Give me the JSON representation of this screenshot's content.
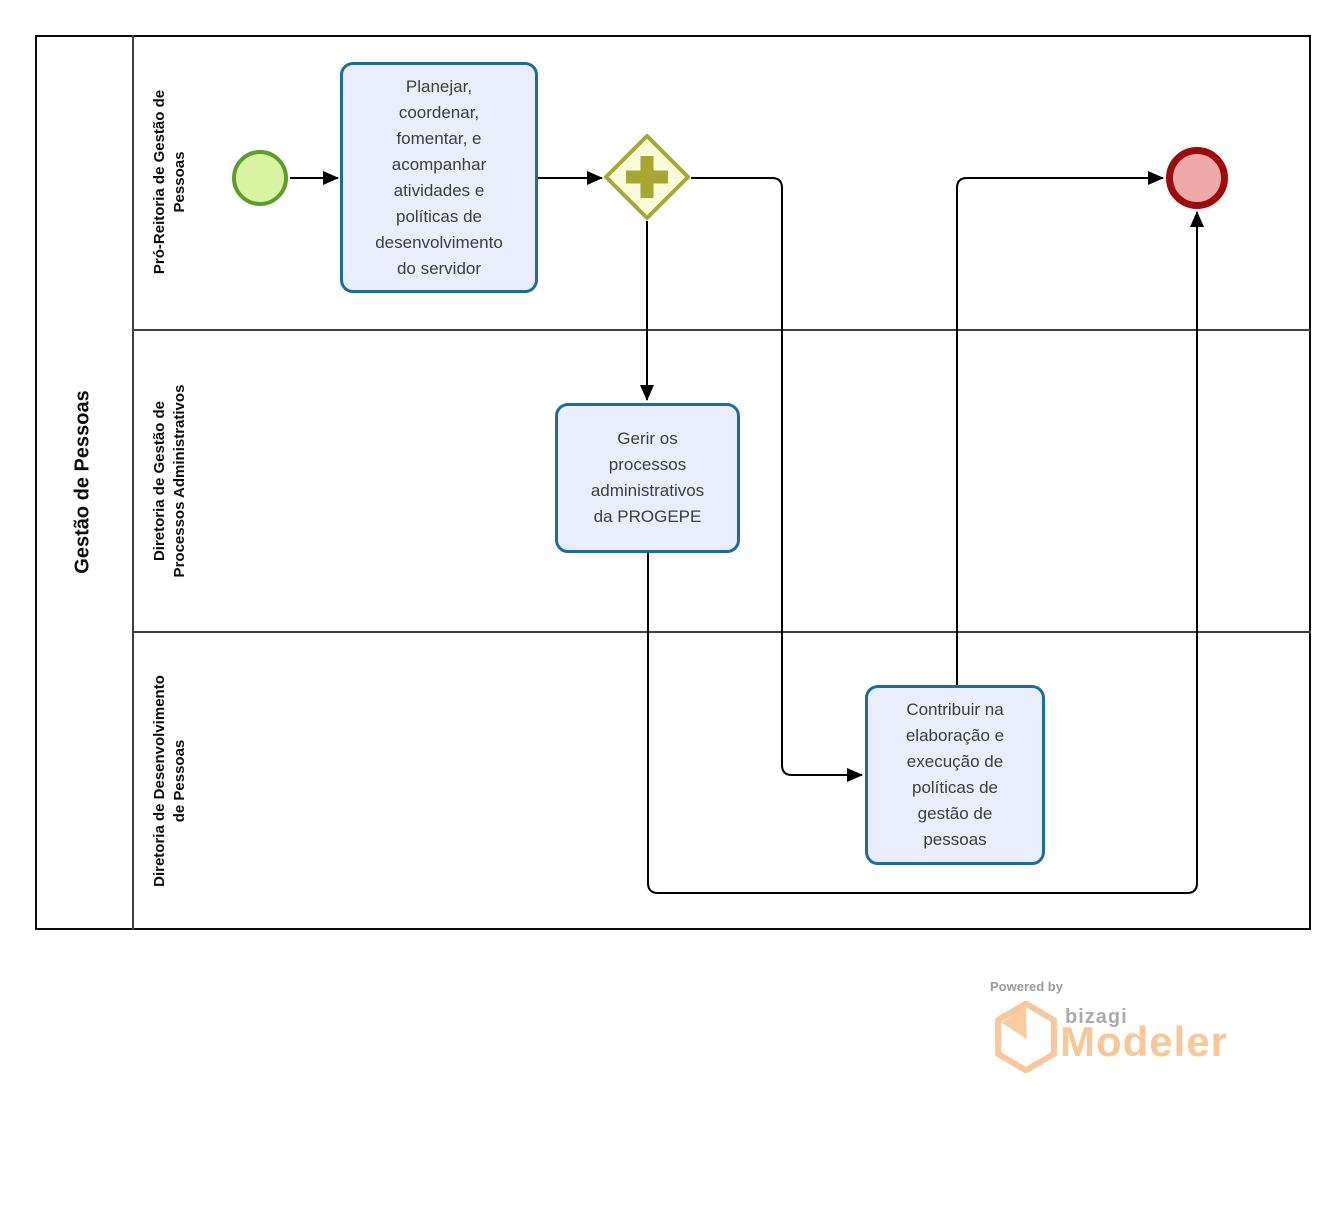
{
  "colors": {
    "task_fill": "#EAEDFB",
    "task_border": "#1A6E99",
    "start_event_fill": "#D9F4A1",
    "start_event_border": "#5C9E2B",
    "end_event_fill": "#EFA9A9",
    "end_event_border": "#9E0B0B",
    "gateway_fill": "#FBFBD9",
    "gateway_border": "#A6A832",
    "connector": "#000000",
    "logo_orange": "#F8C795",
    "logo_gray": "#9B9B9B"
  },
  "pool": {
    "label": "Gestão de Pessoas",
    "lanes": [
      {
        "label": "Pró-Reitoria de Gestão de\nPessoas"
      },
      {
        "label": "Diretoria de Gestão de\nProcessos Administrativos"
      },
      {
        "label": "Diretoria de Desenvolvimento\nde Pessoas"
      }
    ]
  },
  "nodes": {
    "start_event": {
      "type": "start-event",
      "lane": 0
    },
    "task_planejar": {
      "type": "task",
      "lane": 0,
      "label": "Planejar,\ncoordenar,\nfomentar, e\nacompanhar\natividades e\npolíticas de\ndesenvolvimento\ndo servidor"
    },
    "parallel_gateway": {
      "type": "parallel-gateway",
      "lane": 0,
      "icon": "plus-icon"
    },
    "task_gerir": {
      "type": "task",
      "lane": 1,
      "label": "Gerir os\nprocessos\nadministrativos\nda PROGEPE"
    },
    "task_contribuir": {
      "type": "task",
      "lane": 2,
      "label": "Contribuir na\nelaboração e\nexecução de\npolíticas de\ngestão de\npessoas"
    },
    "end_event": {
      "type": "end-event",
      "lane": 0
    }
  },
  "flows": [
    {
      "from": "start_event",
      "to": "task_planejar"
    },
    {
      "from": "task_planejar",
      "to": "parallel_gateway"
    },
    {
      "from": "parallel_gateway",
      "to": "task_gerir"
    },
    {
      "from": "parallel_gateway",
      "to": "task_contribuir"
    },
    {
      "from": "task_contribuir",
      "to": "end_event"
    },
    {
      "from": "task_gerir",
      "to": "end_event"
    }
  ],
  "branding": {
    "powered_by": "Powered by",
    "bizagi": "bizagi",
    "modeler": "Modeler"
  }
}
